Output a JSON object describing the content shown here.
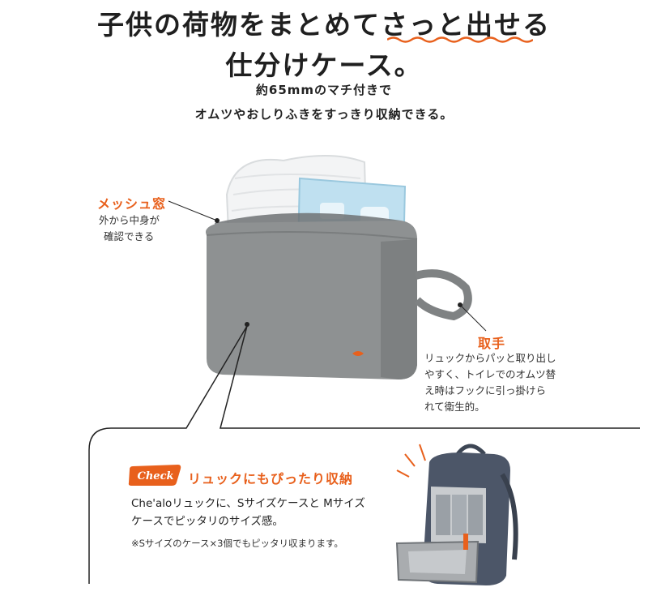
{
  "headline": {
    "line1": "子供の荷物をまとめてさっと出せる",
    "line2": "仕分けケース。"
  },
  "lead": {
    "line1": "約65mmのマチ付きで",
    "line2": "オムツやおしりふきをすっきり収納できる。"
  },
  "mesh": {
    "title": "メッシュ窓",
    "line1": "外から中身が",
    "line2": "確認できる"
  },
  "handle": {
    "title": "取手",
    "line1": "リュックからパッと取り出し",
    "line2": "やすく、トイレでのオムツ替",
    "line3": "え時はフックに引っ掛けら",
    "line4": "れて衛生的。"
  },
  "check": {
    "badge": "Check",
    "title": "リュックにもぴったり収納",
    "line1": "Che'aloリュックに、Sサイズケースと Mサイズ",
    "line2": "ケースでピッタリのサイズ感。",
    "note": "※Sサイズのケース×3個でもピッタリ収まります。"
  },
  "colors": {
    "accent": "#e8601c",
    "case": "#8e9192",
    "wave": "#e8601c"
  }
}
